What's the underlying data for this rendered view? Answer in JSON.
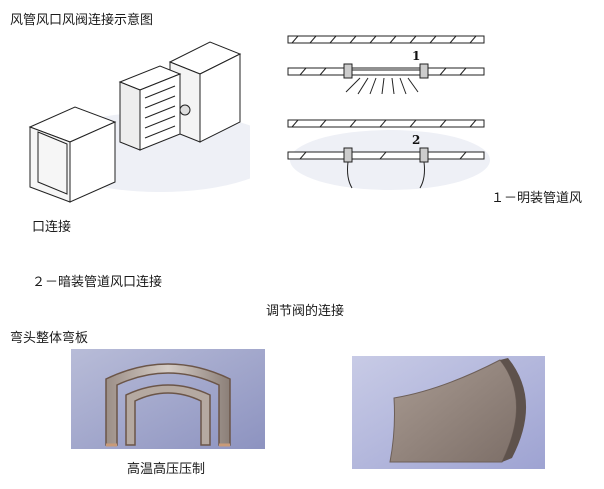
{
  "heading": "风管风口风阀连接示意图",
  "figure_labels": {
    "label_1": "1",
    "label_2": "2"
  },
  "caption_line1": "１－明装管道风",
  "caption_line2": "口连接",
  "caption_line3": "２－暗装管道风口连接",
  "damper_caption": "调节阀的连接",
  "elbow_heading": "弯头整体弯板",
  "elbow_caption": "高温高压压制"
}
